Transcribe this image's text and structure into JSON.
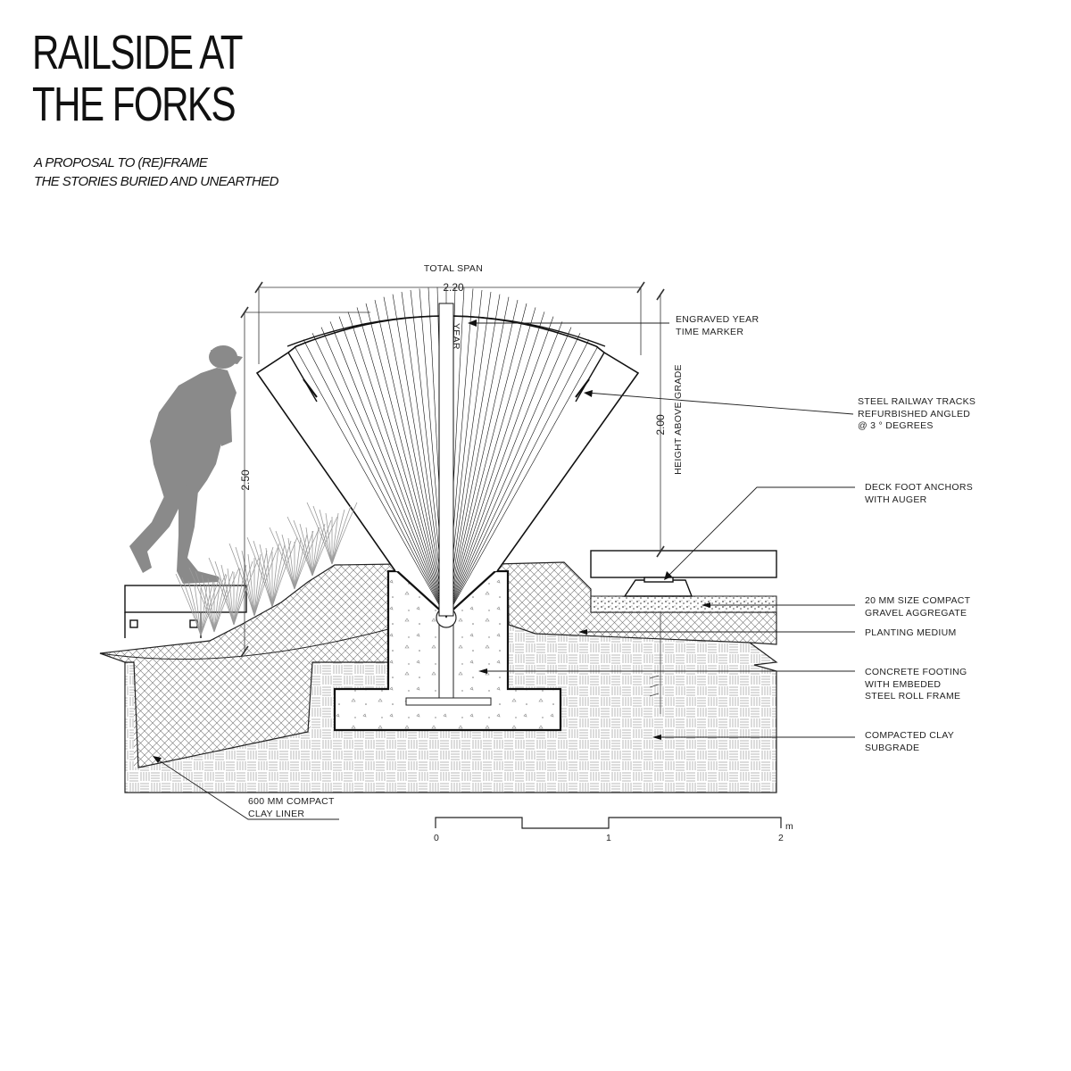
{
  "header": {
    "title_line1": "RAILSIDE AT",
    "title_line2": "THE FORKS",
    "subtitle_line1": "A PROPOSAL TO (RE)FRAME",
    "subtitle_line2": "THE STORIES BURIED AND UNEARTHED"
  },
  "dimensions": {
    "total_span_label": "TOTAL SPAN",
    "total_span_value": "2.20",
    "height_left_value": "2.50",
    "height_right_value": "2.00",
    "height_right_label": "HEIGHT ABOVE GRADE",
    "year_label": "YEAR"
  },
  "callouts": {
    "engraved_1": "ENGRAVED YEAR",
    "engraved_2": "TIME MARKER",
    "tracks_1": "STEEL RAILWAY TRACKS",
    "tracks_2": "REFURBISHED ANGLED",
    "tracks_3": "@ 3 ° DEGREES",
    "anchors_1": "DECK FOOT ANCHORS",
    "anchors_2": "WITH AUGER",
    "gravel_1": "20 MM SIZE COMPACT",
    "gravel_2": "GRAVEL AGGREGATE",
    "planting": "PLANTING MEDIUM",
    "footing_1": "CONCRETE FOOTING",
    "footing_2": "WITH EMBEDED",
    "footing_3": "STEEL ROLL FRAME",
    "subgrade_1": "COMPACTED CLAY",
    "subgrade_2": "SUBGRADE",
    "liner_1": "600 MM COMPACT",
    "liner_2": "CLAY LINER"
  },
  "scale_bar": {
    "tick_0": "0",
    "tick_1": "1",
    "tick_2": "2",
    "unit": "m"
  }
}
